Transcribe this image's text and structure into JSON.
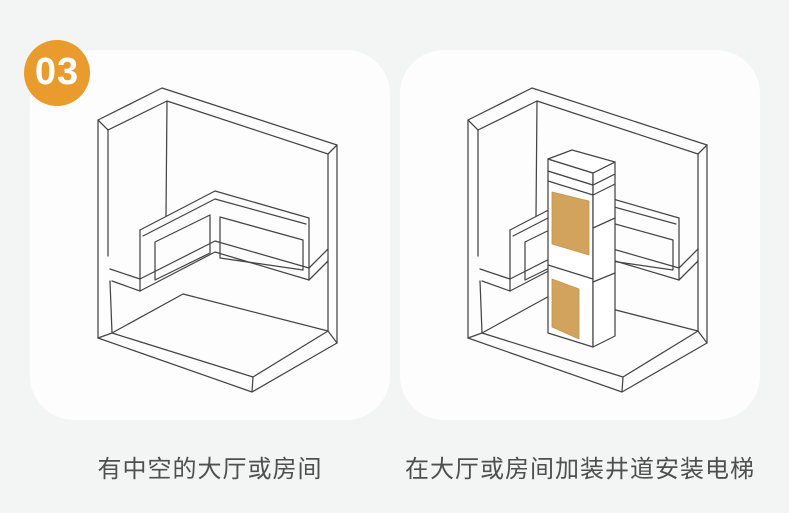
{
  "badge": {
    "number": "03"
  },
  "cards": [
    {
      "illustration": "hollow-hall-room",
      "caption": "有中空的大厅或房间"
    },
    {
      "illustration": "hall-room-with-elevator-shaft",
      "caption": "在大厅或房间加装井道安装电梯"
    }
  ],
  "colors": {
    "page_bg": "#f3f4f4",
    "card_bg": "#fdfdfd",
    "badge_bg": "#ea9b2d",
    "badge_text": "#ffffff",
    "line": "#454545",
    "elevator_door": "#d2a35c",
    "caption_text": "#4f4f4f"
  }
}
